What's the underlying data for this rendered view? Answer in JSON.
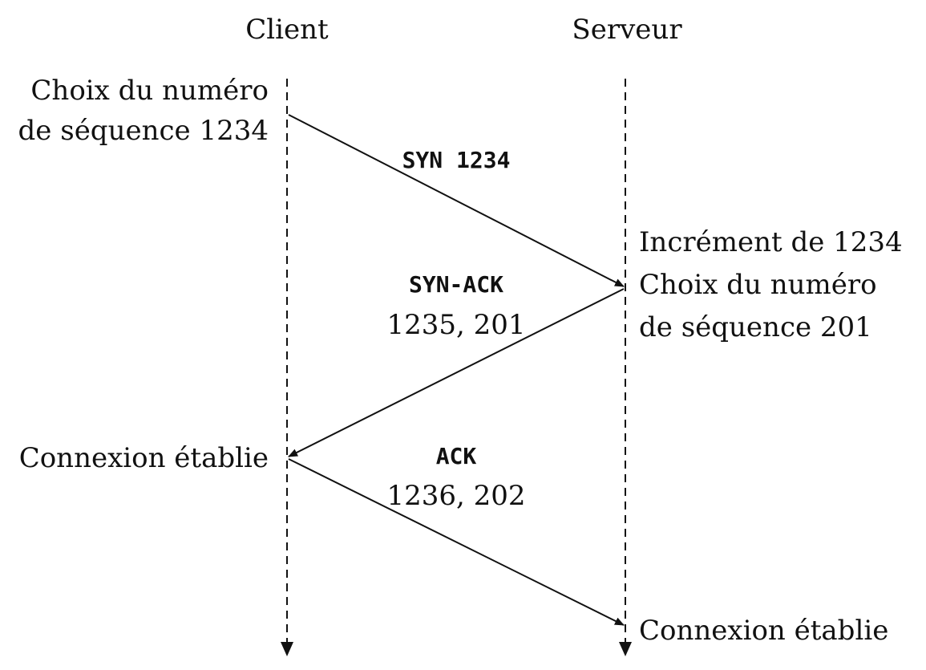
{
  "colors": {
    "ink": "#111111",
    "background": "#ffffff"
  },
  "lifelines": {
    "client": {
      "label": "Client"
    },
    "server": {
      "label": "Serveur"
    }
  },
  "client_notes": {
    "choice_line1": "Choix du numéro",
    "choice_line2": "de séquence 1234",
    "established": "Connexion établie"
  },
  "server_notes": {
    "increment": "Incrément de 1234",
    "choice_line1": "Choix du numéro",
    "choice_line2": "de séquence 201",
    "established": "Connexion établie"
  },
  "messages": {
    "syn": {
      "label": "SYN 1234"
    },
    "syn_ack": {
      "label": "SYN-ACK",
      "numbers": "1235, 201"
    },
    "ack": {
      "label": "ACK",
      "numbers": "1236, 202"
    }
  }
}
